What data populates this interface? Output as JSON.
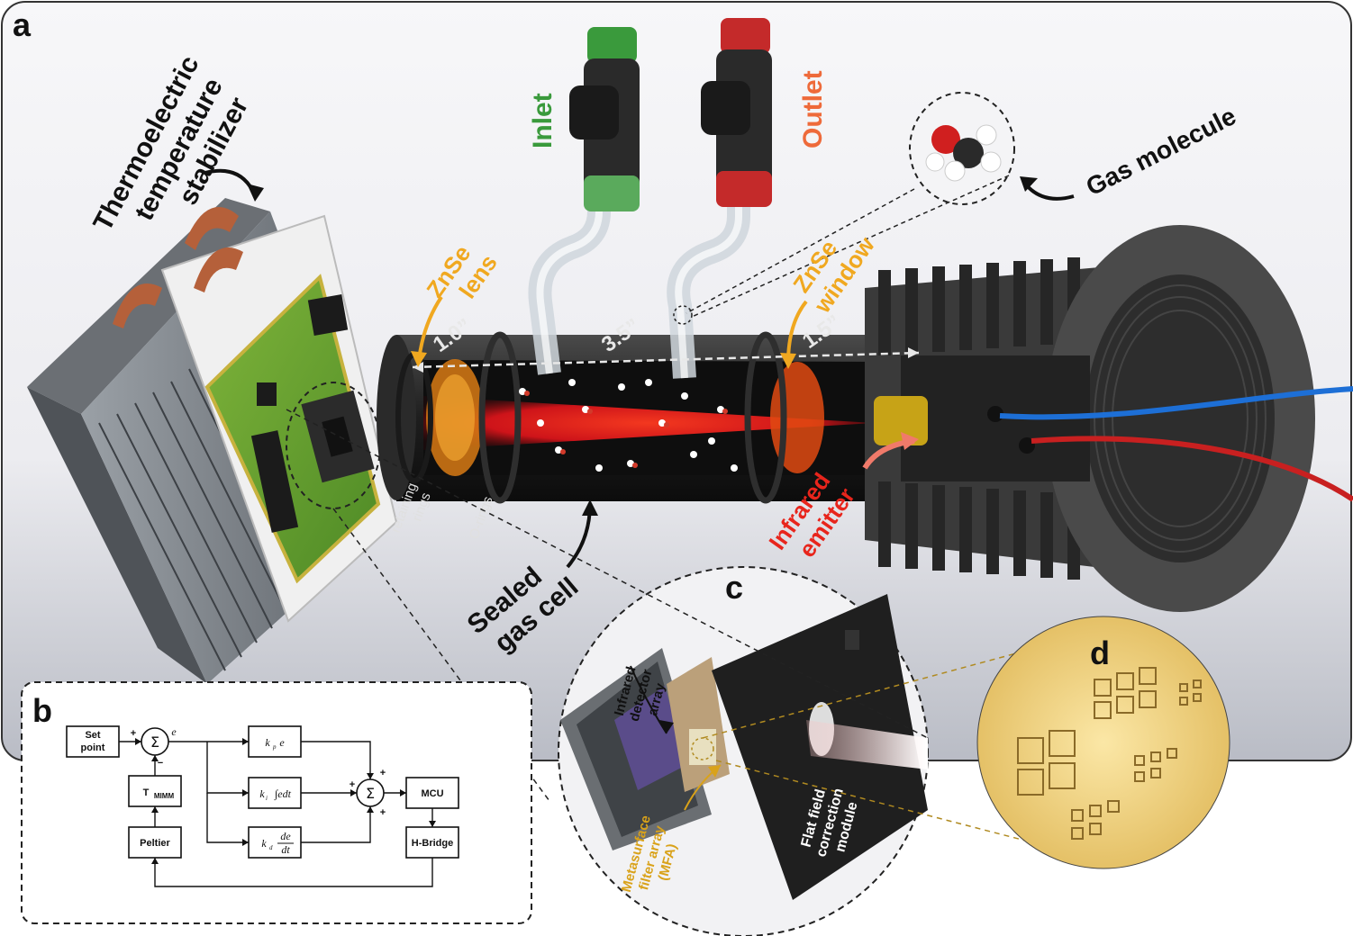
{
  "panels": {
    "a": "a",
    "b": "b",
    "c": "c",
    "d": "d"
  },
  "labels": {
    "thermo": [
      "Thermoelectric",
      "temperature",
      "stabilizer"
    ],
    "inlet": "Inlet",
    "outlet": "Outlet",
    "gas_molecule": "Gas molecule",
    "znse_lens": [
      "ZnSe",
      "lens"
    ],
    "znse_window": [
      "ZnSe",
      "window"
    ],
    "dim_1": "1.0”",
    "dim_2": "3.5”",
    "dim_3": "1.5”",
    "retaining_rings": [
      "retaining",
      "rings"
    ],
    "o_rings": "O-rings",
    "sealed_gas_cell": [
      "Sealed",
      "gas cell"
    ],
    "infrared_emitter": [
      "Infrared",
      "emitter"
    ],
    "detector_array": [
      "Infrared",
      "detector",
      "array"
    ],
    "mfa": [
      "Metasurface",
      "filter array",
      "(MFA)"
    ],
    "ffc": [
      "Flat field",
      "correction",
      "module"
    ]
  },
  "block_diagram": {
    "set_point": [
      "Set",
      "point"
    ],
    "sum": "Σ",
    "e": "e",
    "plus": "+",
    "minus": "−",
    "t_mimm": [
      "T",
      "MIMM"
    ],
    "peltier": "Peltier",
    "kp": [
      "k",
      "p",
      "e"
    ],
    "ki": [
      "k",
      "i",
      "∫edt"
    ],
    "kd": [
      "k",
      "d",
      "de",
      "dt"
    ],
    "mcu": "MCU",
    "hbridge": "H-Bridge"
  },
  "colors": {
    "inlet": "#3a9a3c",
    "outlet": "#ee6a3a",
    "znse": "#f0a820",
    "emitter": "#e8251c",
    "mfa": "#d9a21a"
  }
}
